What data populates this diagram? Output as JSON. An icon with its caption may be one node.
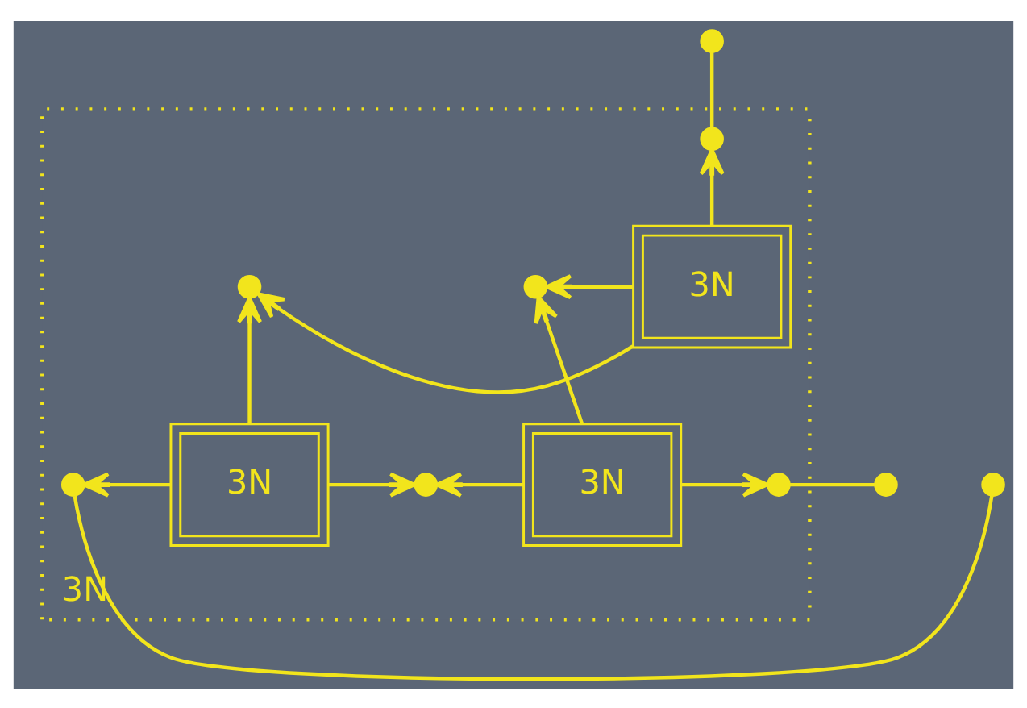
{
  "diagram": {
    "nodes": [
      {
        "text": [
          "3N"
        ]
      },
      {
        "text": [],
        "shape": "circle"
      },
      {
        "text": [],
        "shape": "circle",
        "in": 0
      },
      {
        "text": [],
        "shape": "circle",
        "in": 0
      },
      {
        "text": [
          "3N"
        ],
        "in": 0
      },
      {
        "text": [],
        "shape": "circle",
        "in": 0
      },
      {
        "text": [],
        "shape": "circle"
      },
      {
        "text": [],
        "shape": "circle",
        "in": 0
      },
      {
        "text": [
          "3N"
        ],
        "in": 0
      },
      {
        "text": [],
        "shape": "circle",
        "in": 0
      },
      {
        "text": [
          "3N"
        ],
        "in": 0
      },
      {
        "text": [],
        "shape": "circle",
        "in": 0
      },
      {
        "text": [],
        "shape": "circle"
      }
    ],
    "edges": [
      {
        "from": 2,
        "to": 1,
        "arrow": "none"
      },
      {
        "from": 4,
        "to": 2,
        "arrow": "to"
      },
      {
        "from": 4,
        "to": 3,
        "arrow": "to"
      },
      {
        "from": 4,
        "to": 5,
        "arrow": "to"
      },
      {
        "from": 6,
        "to": 7,
        "arrow": "none"
      },
      {
        "from": 8,
        "to": 7,
        "arrow": "to"
      },
      {
        "from": 8,
        "to": 3,
        "arrow": "to"
      },
      {
        "from": 8,
        "to": 9,
        "arrow": "to"
      },
      {
        "from": 10,
        "to": 9,
        "arrow": "to"
      },
      {
        "from": 10,
        "to": 5,
        "arrow": "to"
      },
      {
        "from": 10,
        "to": 11,
        "arrow": "to"
      },
      {
        "from": 11,
        "to": 12,
        "arrow": "none"
      }
    ]
  }
}
